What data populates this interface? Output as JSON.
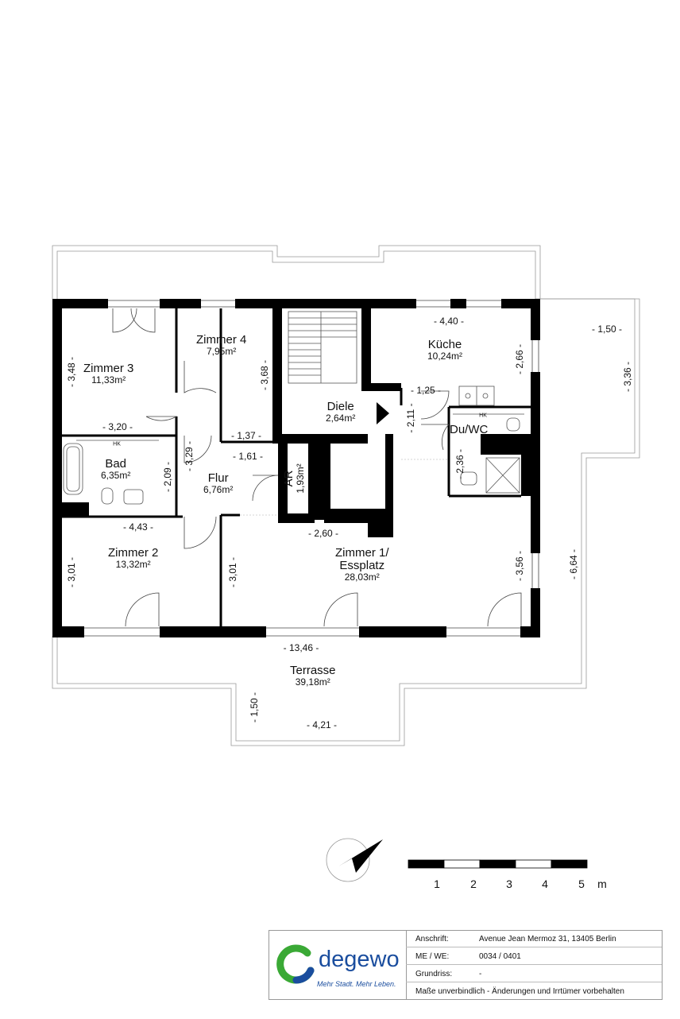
{
  "rooms": {
    "zimmer3": {
      "name": "Zimmer 3",
      "area": "11,33m²"
    },
    "zimmer4": {
      "name": "Zimmer 4",
      "area": "7,95m²"
    },
    "kueche": {
      "name": "Küche",
      "area": "10,24m²"
    },
    "diele": {
      "name": "Diele",
      "area": "2,64m²"
    },
    "duwc": {
      "name": "Du/WC"
    },
    "bad": {
      "name": "Bad",
      "area": "6,35m²"
    },
    "flur": {
      "name": "Flur",
      "area": "6,76m²"
    },
    "ar": {
      "name": "AR",
      "area": "1,93m²"
    },
    "zimmer2": {
      "name": "Zimmer 2",
      "area": "13,32m²"
    },
    "zimmer1": {
      "name1": "Zimmer 1/",
      "name2": "Essplatz",
      "area": "28,03m²"
    },
    "terrasse": {
      "name": "Terrasse",
      "area": "39,18m²"
    }
  },
  "hk": "HK",
  "dims": {
    "d440": "- 4,40 -",
    "d150a": "- 1,50 -",
    "d336": "- 3,36 -",
    "d348": "- 3,48 -",
    "d368": "- 3,68 -",
    "d266": "- 2,66 -",
    "d125": "- 1,25 -",
    "d211": "- 2,11 -",
    "d320": "- 3,20 -",
    "d137": "- 1,37 -",
    "d329": "- 3,29 -",
    "d161": "- 1,61 -",
    "d209": "- 2,09 -",
    "d236": "- 2,36 -",
    "d443": "- 4,43 -",
    "d260": "- 2,60 -",
    "d301a": "- 3,01 -",
    "d301b": "- 3,01 -",
    "d356": "- 3,56 -",
    "d664": "- 6,64 -",
    "d1346": "- 13,46 -",
    "d150b": "- 1,50 -",
    "d421": "- 4,21 -"
  },
  "scale": {
    "labels": [
      "1",
      "2",
      "3",
      "4",
      "5"
    ],
    "unit": "m"
  },
  "info": {
    "brand": "degewo",
    "tagline": "Mehr Stadt. Mehr Leben.",
    "address_key": "Anschrift:",
    "address_val": "Avenue Jean Mermoz 31, 13405 Berlin",
    "mewe_key": "ME / WE:",
    "mewe_val": "0034 / 0401",
    "grundriss_key": "Grundriss:",
    "grundriss_val": "-",
    "note": "Maße unverbindlich - Änderungen und Irrtümer vorbehalten"
  }
}
